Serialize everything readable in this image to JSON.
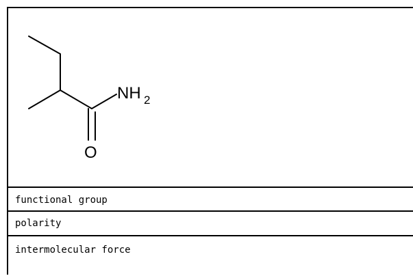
{
  "molecule": {
    "atoms": {
      "amine": "NH",
      "amine_subscript": "2",
      "oxygen": "O"
    }
  },
  "rows": [
    {
      "label": "functional group"
    },
    {
      "label": "polarity"
    },
    {
      "label": "intermolecular force"
    }
  ],
  "colors": {
    "line": "#000000",
    "background": "#ffffff"
  }
}
